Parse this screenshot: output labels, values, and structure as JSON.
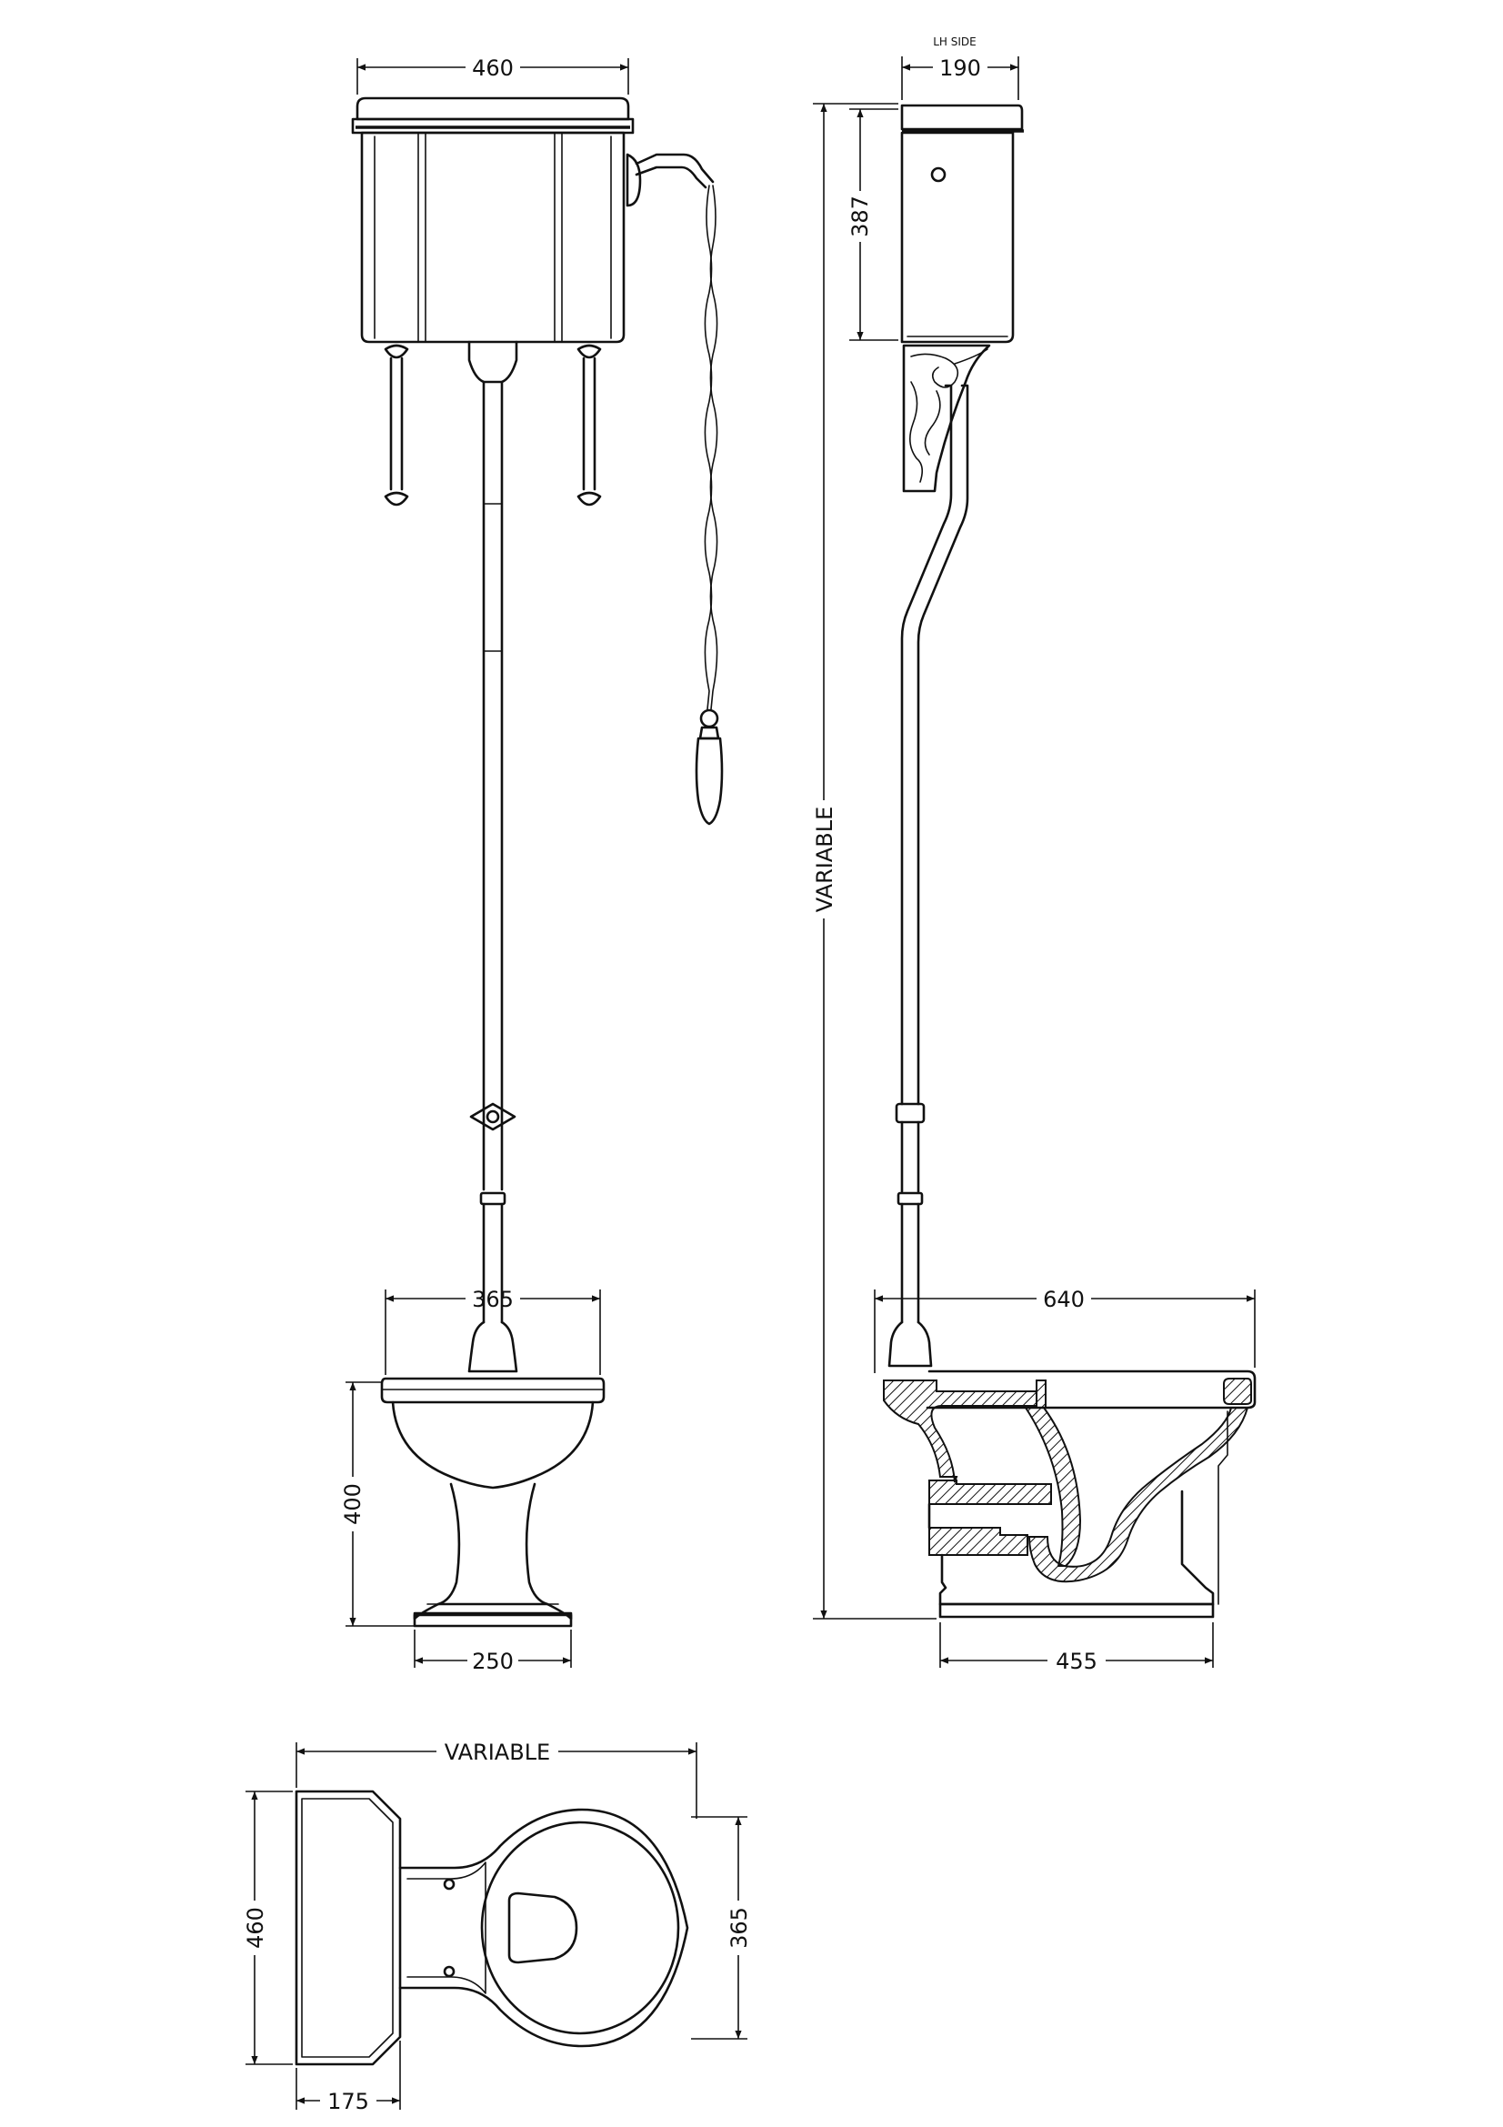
{
  "drawing": {
    "front": {
      "width_top": "460",
      "bowl_width": "365",
      "pan_height": "400",
      "foot_width": "250"
    },
    "side": {
      "side_note": "LH SIDE",
      "cistern_depth": "190",
      "cistern_height": "387",
      "overall_height": "VARIABLE",
      "pan_projection": "640",
      "foot_depth": "455"
    },
    "plan": {
      "overall_length": "VARIABLE",
      "cistern_width": "460",
      "bowl_width": "365",
      "cistern_depth": "175"
    }
  }
}
